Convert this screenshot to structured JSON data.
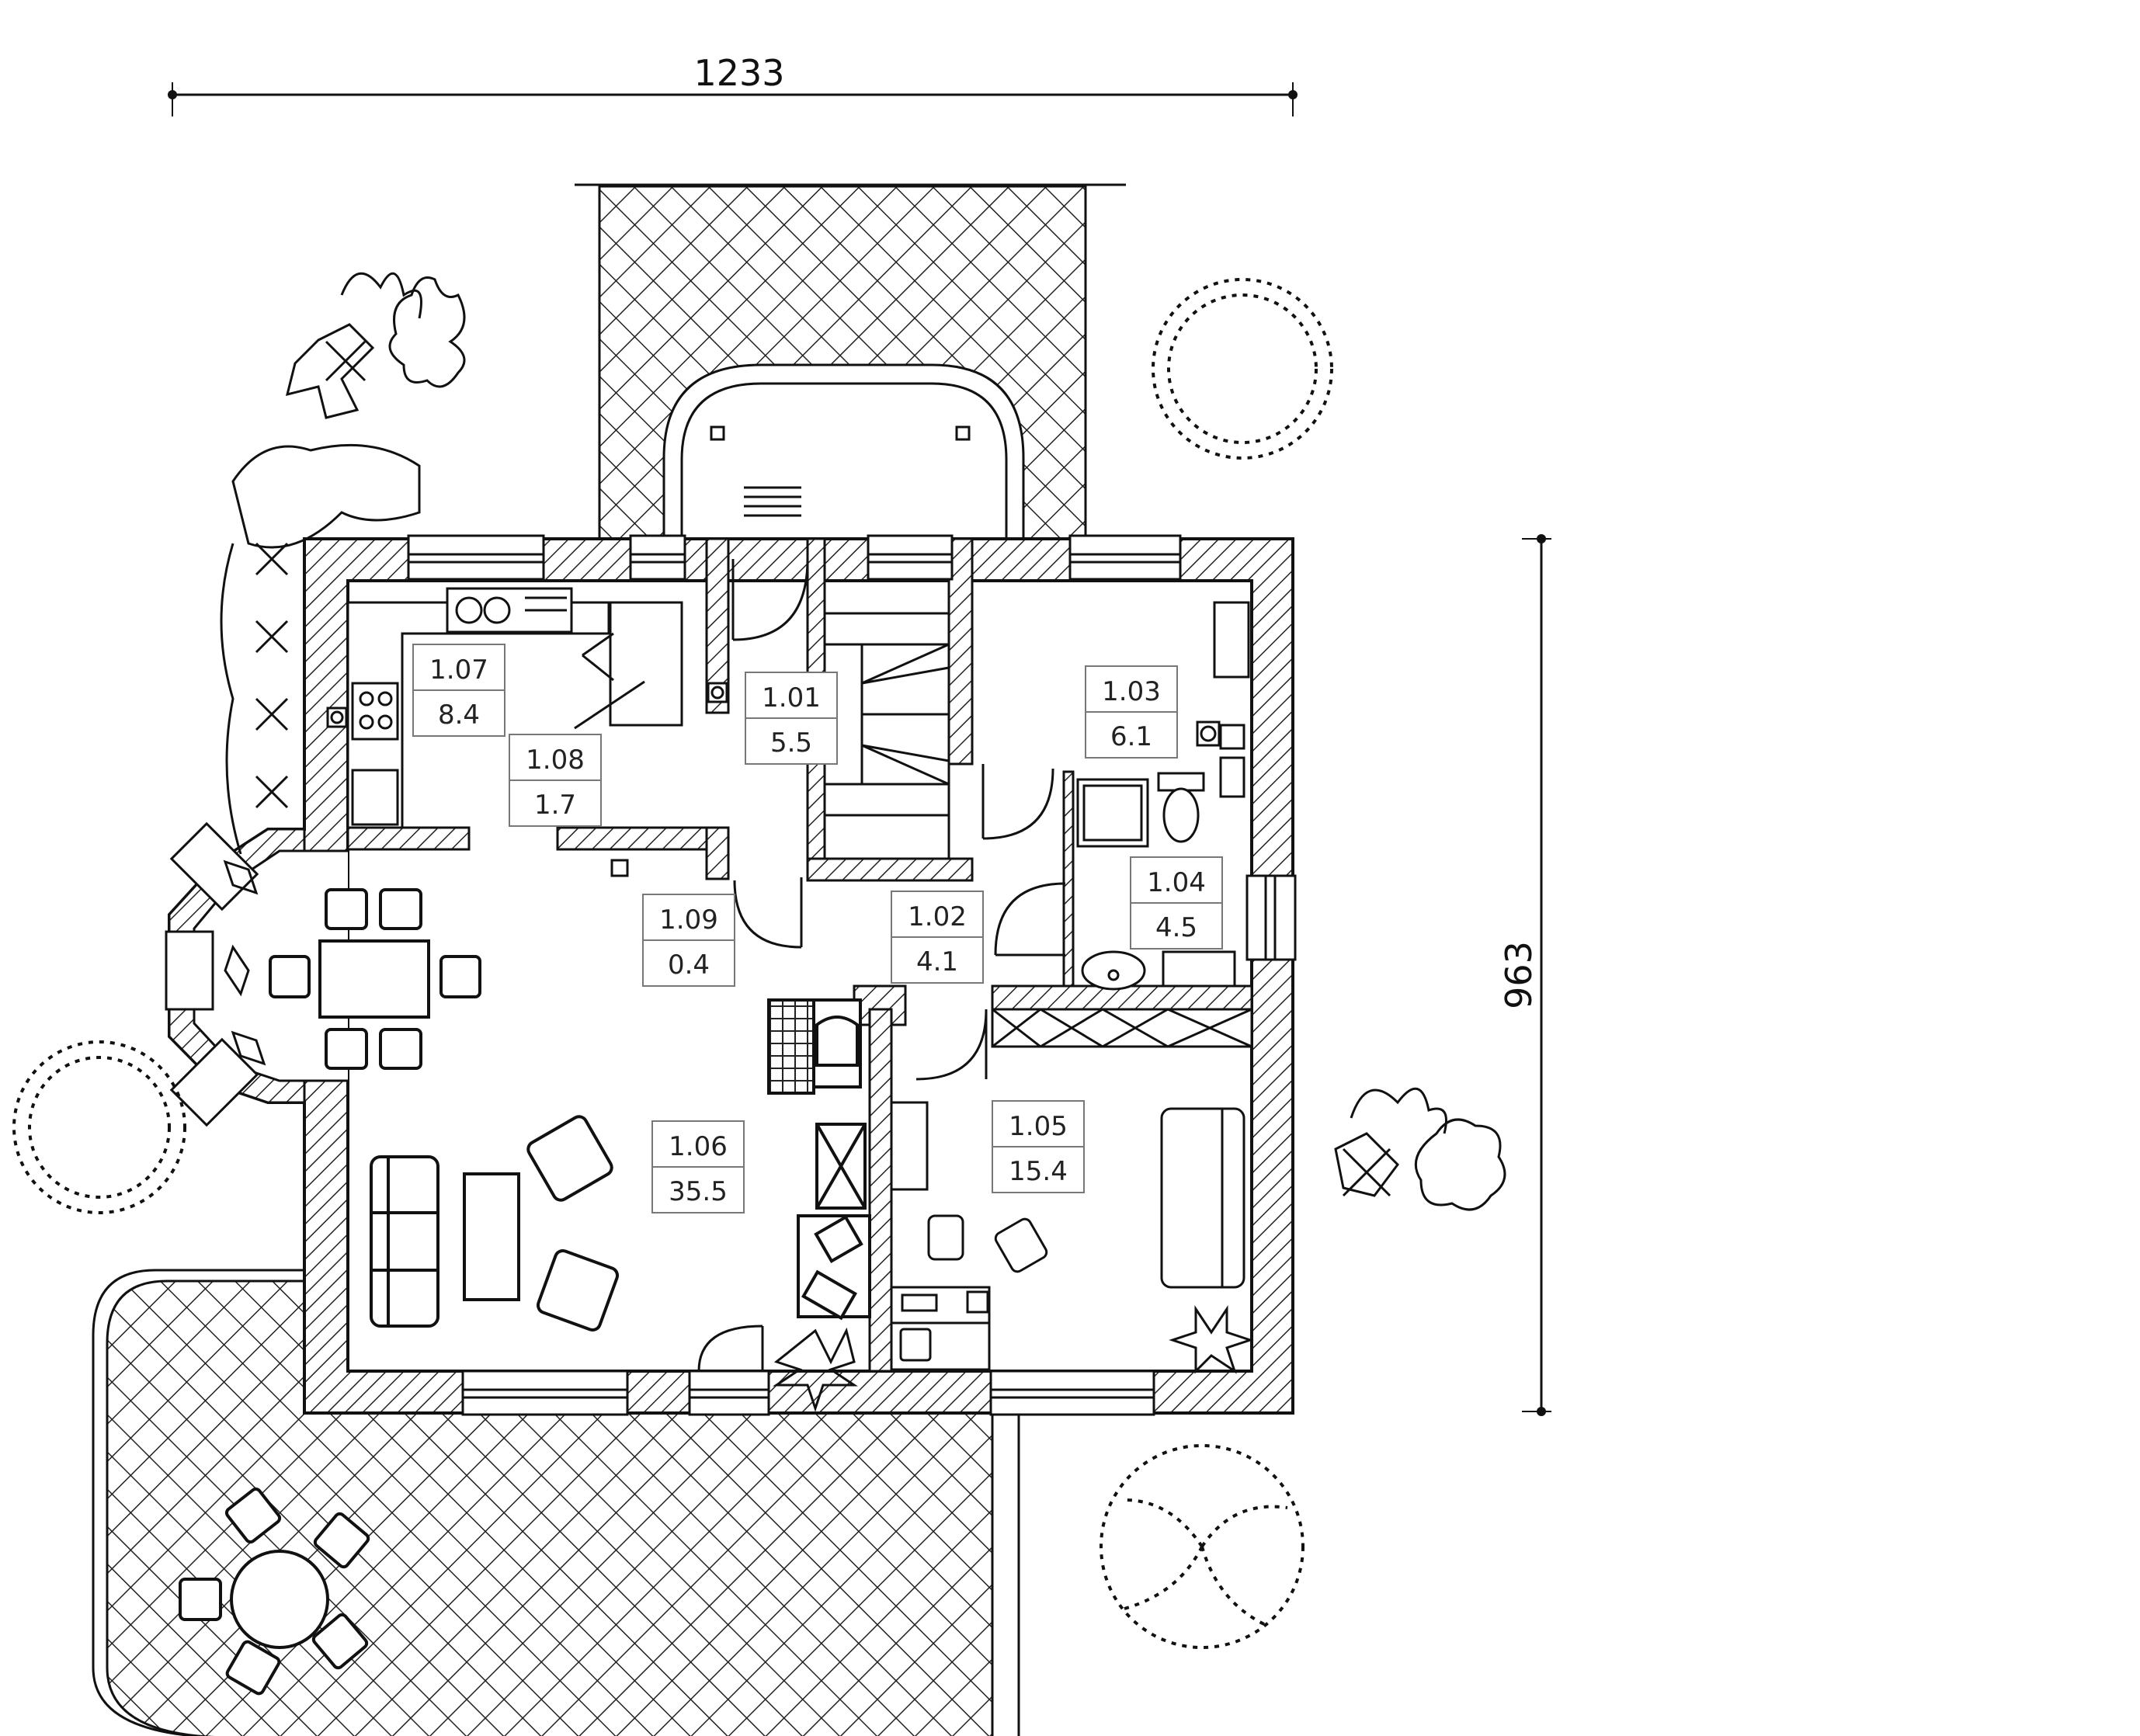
{
  "dimensions": {
    "width_label": "1233",
    "height_label": "963"
  },
  "rooms": [
    {
      "id": "1.01",
      "area": "5.5"
    },
    {
      "id": "1.02",
      "area": "4.1"
    },
    {
      "id": "1.03",
      "area": "6.1"
    },
    {
      "id": "1.04",
      "area": "4.5"
    },
    {
      "id": "1.05",
      "area": "15.4"
    },
    {
      "id": "1.06",
      "area": "35.5"
    },
    {
      "id": "1.07",
      "area": "8.4"
    },
    {
      "id": "1.08",
      "area": "1.7"
    },
    {
      "id": "1.09",
      "area": "0.4"
    }
  ],
  "colors": {
    "line": "#111111",
    "hatch": "#222222",
    "background": "#ffffff"
  }
}
